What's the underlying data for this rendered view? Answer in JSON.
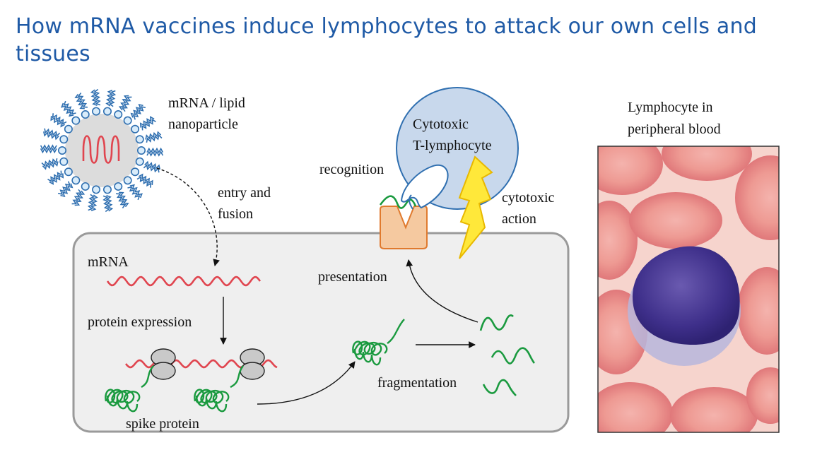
{
  "title": "How mRNA vaccines induce lymphocytes to attack our own cells and tissues",
  "labels": {
    "nanoparticle_line1": "mRNA / lipid",
    "nanoparticle_line2": "nanoparticle",
    "entry_line1": "entry and",
    "entry_line2": "fusion",
    "mrna": "mRNA",
    "protein_expression": "protein expression",
    "spike_protein": "spike protein",
    "fragmentation": "fragmentation",
    "presentation": "presentation",
    "recognition": "recognition",
    "tcell_line1": "Cytotoxic",
    "tcell_line2": "T-lymphocyte",
    "cytotoxic_line1": "cytotoxic",
    "cytotoxic_line2": "action",
    "lymphocyte_line1": "Lymphocyte in",
    "lymphocyte_line2": "peripheral blood"
  },
  "colors": {
    "title": "#1f5aa6",
    "mrna_red": "#e0454f",
    "spike_green": "#1a9a3f",
    "lipid_blue": "#2f6fb0",
    "cell_fill": "#efefef",
    "tcell_fill": "#c8d8ec",
    "mhc_orange": "#f5c9a0",
    "bolt_yellow": "#ffe83a"
  }
}
